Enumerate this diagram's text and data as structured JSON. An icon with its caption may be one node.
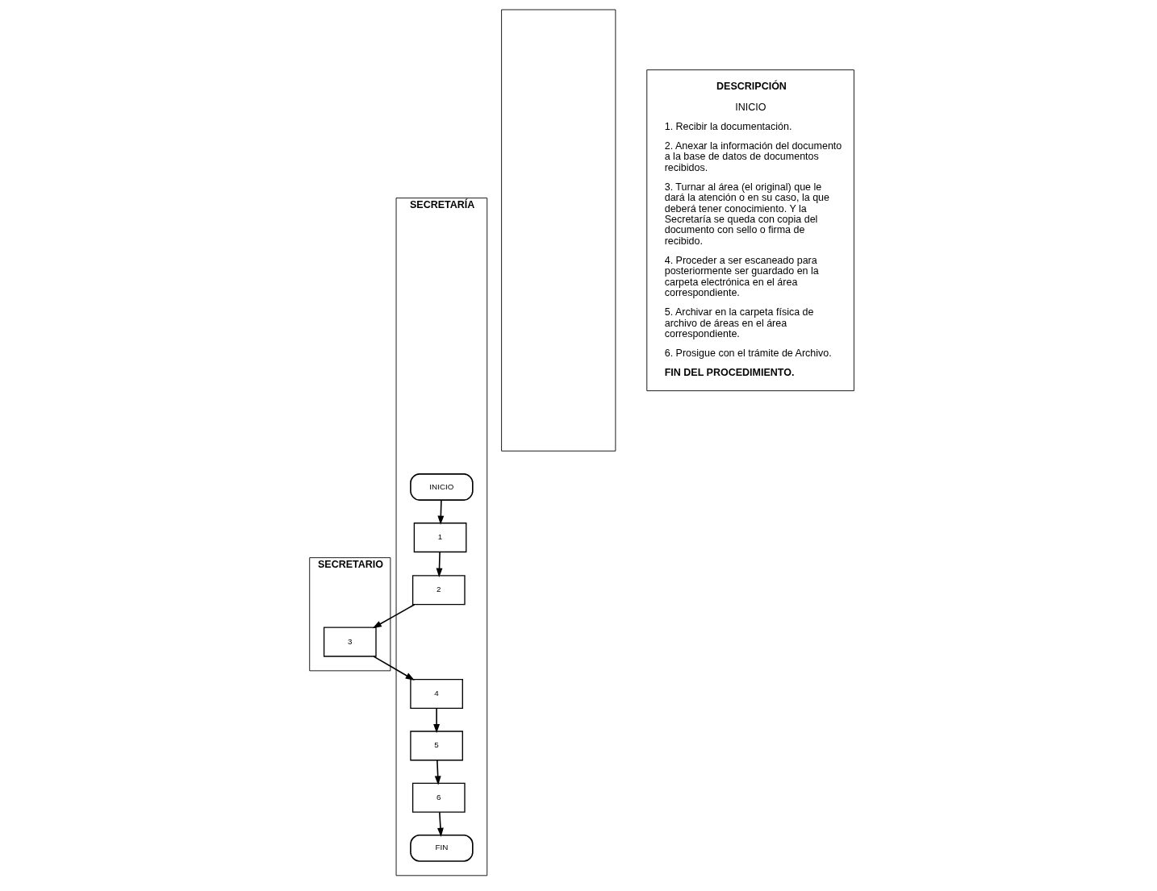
{
  "diagram": {
    "nodes": [
      {
        "text": [
          "SECRETARÍA"
        ]
      },
      {
        "text": [
          "SECRETARIO"
        ]
      },
      {
        "text": [],
        "shape": "box"
      },
      {
        "text": [
          "DESCRIPCIÓN",
          "INICIO",
          "1. Recibir la documentación.",
          "2. Anexar la información del documento a la base de datos de documentos recibidos.",
          "3. Turnar al área (el original) que le dará la atención o en su caso, la que deberá tener conocimiento. Y la Secretaría se queda con copia del documento con sello o firma de recibido.",
          "4. Proceder a ser escaneado para posteriormente ser guardado en la carpeta electrónica en el área correspondiente.",
          "5. Archivar en la carpeta física de archivo de áreas en el área correspondiente.",
          "6. Prosigue con el trámite de Archivo.",
          "FIN DEL PROCEDIMIENTO."
        ]
      },
      {
        "text": [
          "INICIO"
        ],
        "in": 0
      },
      {
        "text": [
          "1"
        ],
        "in": 0
      },
      {
        "text": [
          "2"
        ],
        "in": 0
      },
      {
        "text": [
          "3"
        ],
        "in": 1
      },
      {
        "text": [
          "4"
        ],
        "in": 0
      },
      {
        "text": [
          "5"
        ],
        "in": 0
      },
      {
        "text": [
          "6"
        ],
        "in": 0
      },
      {
        "text": [
          "FIN"
        ],
        "in": 0
      }
    ],
    "edges": [
      {
        "from": 4,
        "to": 5,
        "arrow": "to"
      },
      {
        "from": 5,
        "to": 6,
        "arrow": "to"
      },
      {
        "from": 6,
        "to": 7,
        "arrow": "to"
      },
      {
        "from": 7,
        "to": 8,
        "arrow": "to"
      },
      {
        "from": 8,
        "to": 9,
        "arrow": "to"
      },
      {
        "from": 9,
        "to": 10,
        "arrow": "to"
      },
      {
        "from": 10,
        "to": 11,
        "arrow": "to"
      }
    ]
  }
}
